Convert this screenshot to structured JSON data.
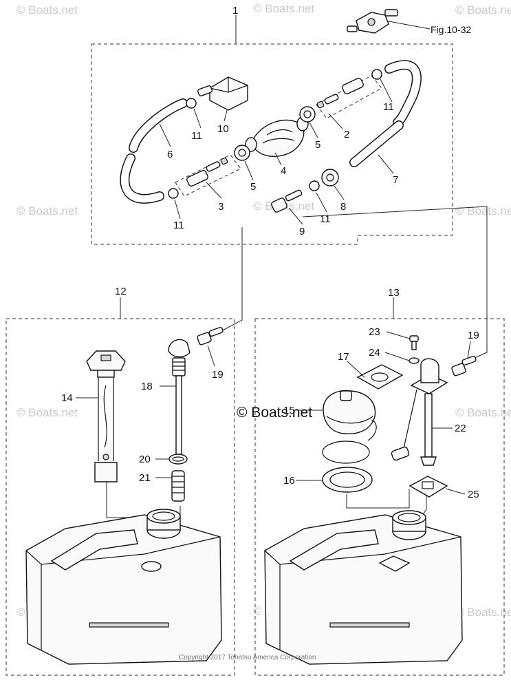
{
  "watermarks": [
    "© Boats.net",
    "© Boats.net",
    "© Boats.net",
    "© Boats.net",
    "© Boats.net",
    "© Boats.net",
    "© Boats.net",
    "© Boats.net",
    "© Boats.net",
    "© Boats.net",
    "© Boats.net"
  ],
  "watermark_center": "© Boats.net",
  "copyright": "Copyright 2017 Tohatsu America Corporation",
  "reference": "Fig.10-32",
  "callouts": {
    "c1": "1",
    "c2": "2",
    "c3": "3",
    "c4": "4",
    "c5a": "5",
    "c5b": "5",
    "c6": "6",
    "c7": "7",
    "c8": "8",
    "c9": "9",
    "c10": "10",
    "c11a": "11",
    "c11b": "11",
    "c11c": "11",
    "c11d": "11",
    "c12": "12",
    "c13": "13",
    "c14": "14",
    "c15": "15",
    "c16": "16",
    "c17": "17",
    "c18": "18",
    "c19a": "19",
    "c19b": "19",
    "c20": "20",
    "c21": "21",
    "c22": "22",
    "c23": "23",
    "c24": "24",
    "c25": "25"
  }
}
